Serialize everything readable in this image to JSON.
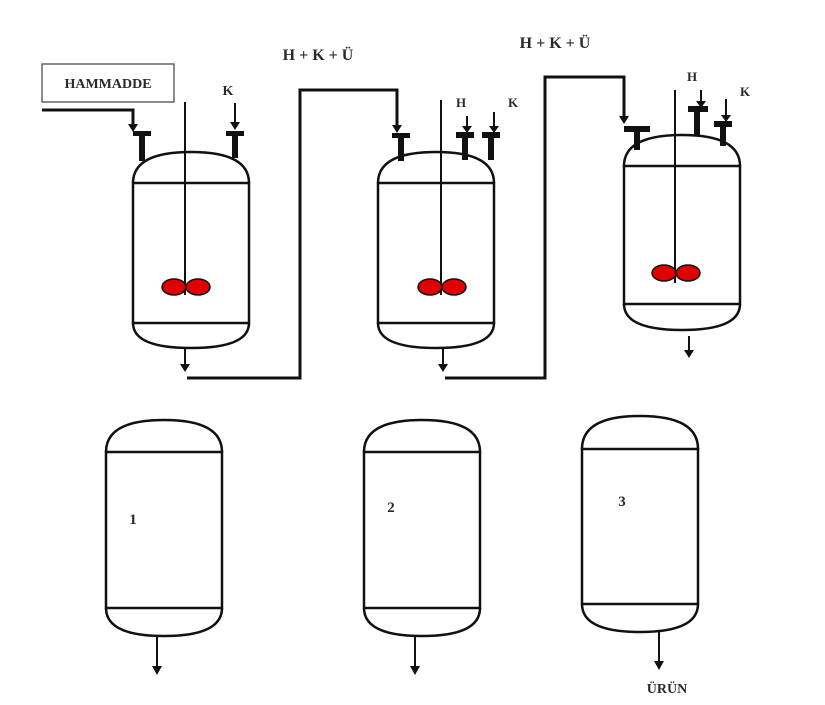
{
  "diagram": {
    "type": "process-flow",
    "feed_label": "HAMMADDE",
    "reactors": [
      {
        "id": "reactor-1",
        "inlets": [
          {
            "label": "HAMMADDE",
            "source": "feed"
          },
          {
            "label": "K"
          }
        ]
      },
      {
        "id": "reactor-2",
        "inlets": [
          {
            "label": "H + K + Ü",
            "source": "reactor-1"
          },
          {
            "label": "H"
          },
          {
            "label": "K"
          }
        ]
      },
      {
        "id": "reactor-3",
        "inlets": [
          {
            "label": "H + K + Ü",
            "source": "reactor-2"
          },
          {
            "label": "H"
          },
          {
            "label": "K"
          }
        ]
      }
    ],
    "transfer_labels": [
      "H + K + Ü",
      "H + K + Ü"
    ],
    "inlet_labels": {
      "r1_k": "K",
      "r2_h": "H",
      "r2_k": "K",
      "r3_h": "H",
      "r3_k": "K"
    },
    "storage_tanks": [
      {
        "label": "1"
      },
      {
        "label": "2"
      },
      {
        "label": "3"
      }
    ],
    "product_label": "ÜRÜN",
    "colors": {
      "line": "#111111",
      "impeller": "#e00000",
      "text": "#2a2a2a",
      "background": "#ffffff"
    }
  }
}
